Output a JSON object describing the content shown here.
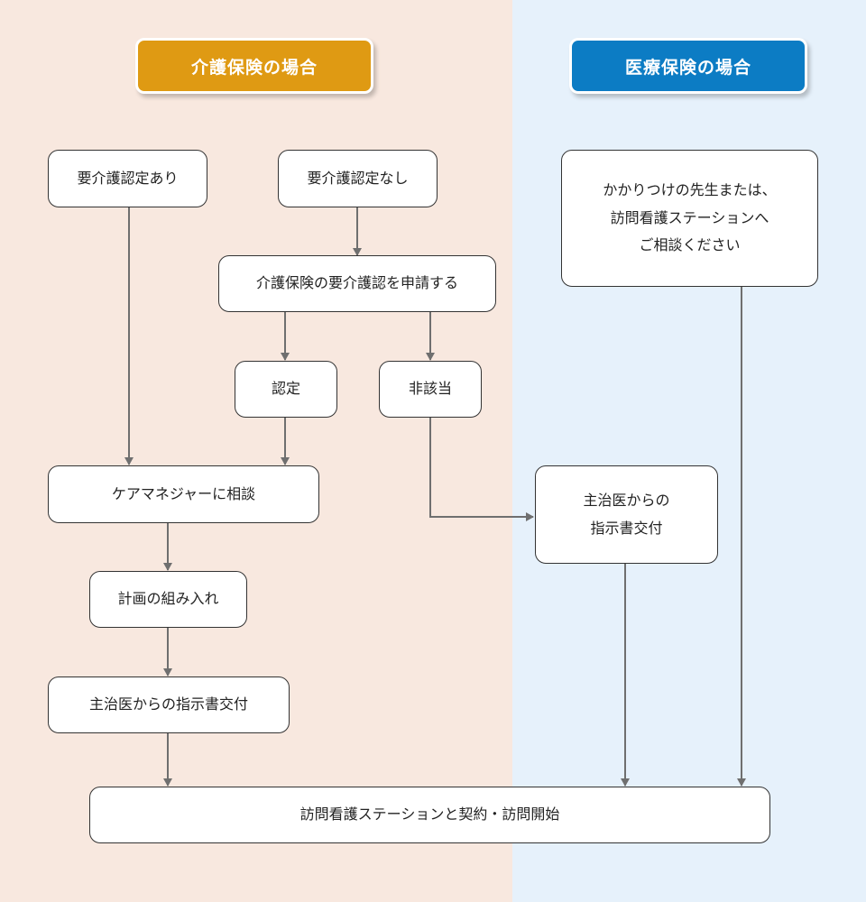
{
  "headers": {
    "care_insurance": "介護保険の場合",
    "medical_insurance": "医療保険の場合"
  },
  "nodes": {
    "certified": "要介護認定あり",
    "not_certified": "要介護認定なし",
    "apply": "介護保険の要介護認を申請する",
    "approved": "認定",
    "not_applicable": "非該当",
    "consult_care_manager": "ケアマネジャーに相談",
    "plan_inclusion": "計画の組み入れ",
    "doctor_instruction_care": "主治医からの指示書交付",
    "consult_doctor": [
      "かかりつけの先生または、",
      "訪問看護ステーションへ",
      "ご相談ください"
    ],
    "doctor_instruction_medical": [
      "主治医からの",
      "指示書交付"
    ],
    "contract_start": "訪問看護ステーションと契約・訪問開始"
  },
  "colors": {
    "care_panel": "#f8e8df",
    "medical_panel": "#e6f1fb",
    "care_header": "#df9a13",
    "medical_header": "#0c7cc4",
    "arrow": "#6f6f6f"
  }
}
